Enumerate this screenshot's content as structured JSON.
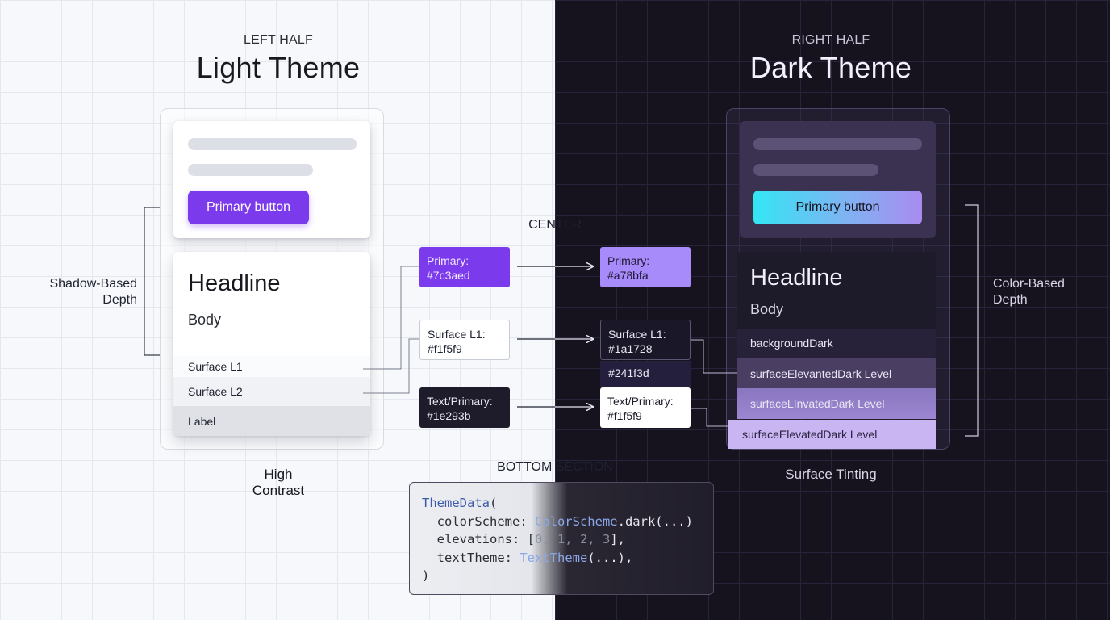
{
  "left": {
    "eyebrow": "LEFT HALF",
    "title": "Light Theme",
    "button": "Primary button",
    "headline": "Headline",
    "body": "Body",
    "rows": [
      "Surface L1",
      "Surface L2",
      "Label"
    ],
    "side_label": "Shadow-Based\nDepth",
    "caption": "High Contrast"
  },
  "right": {
    "eyebrow": "RIGHT HALF",
    "title": "Dark Theme",
    "button": "Primary button",
    "headline": "Headline",
    "body": "Body",
    "rows": [
      "backgroundDark",
      "surfaceElevantedDark  Level",
      "surfaceLInvatedDark  Level",
      "surfaceElevatedDark  Level"
    ],
    "side_label": "Color-Based\nDepth",
    "caption": "Surface Tinting"
  },
  "center": {
    "label": "CENTER",
    "light_swatches": [
      {
        "line1": "Primary:",
        "line2": "#7c3aed"
      },
      {
        "line1": "Surface L1:",
        "line2": "#f1f5f9"
      },
      {
        "line1": "Text/Primary:",
        "line2": "#1e293b"
      }
    ],
    "dark_swatches": [
      {
        "line1": "Primary:",
        "line2": "#a78bfa"
      },
      {
        "line1": "Surface L1:",
        "line2": "#1a1728"
      },
      {
        "line1": "Text/Primary:",
        "line2": "#f1f5f9"
      }
    ],
    "extra_value": "#241f3d"
  },
  "bottom": {
    "label": "BOTTOM SECTION",
    "code_lines": [
      [
        "ThemeData",
        "("
      ],
      [
        "  colorScheme: ",
        "ColorScheme",
        ".dark(...)"
      ],
      [
        "  elevations: [",
        "0, 1, 2, 3",
        "],"
      ],
      [
        "  textTheme: ",
        "TextTheme",
        "(...),"
      ],
      [
        ")"
      ]
    ]
  },
  "colors": {
    "light_primary": "#7c3aed",
    "dark_primary": "#a78bfa",
    "light_surface": "#f1f5f9",
    "dark_surface": "#1a1728",
    "light_text": "#1e293b",
    "dark_text": "#f1f5f9"
  }
}
